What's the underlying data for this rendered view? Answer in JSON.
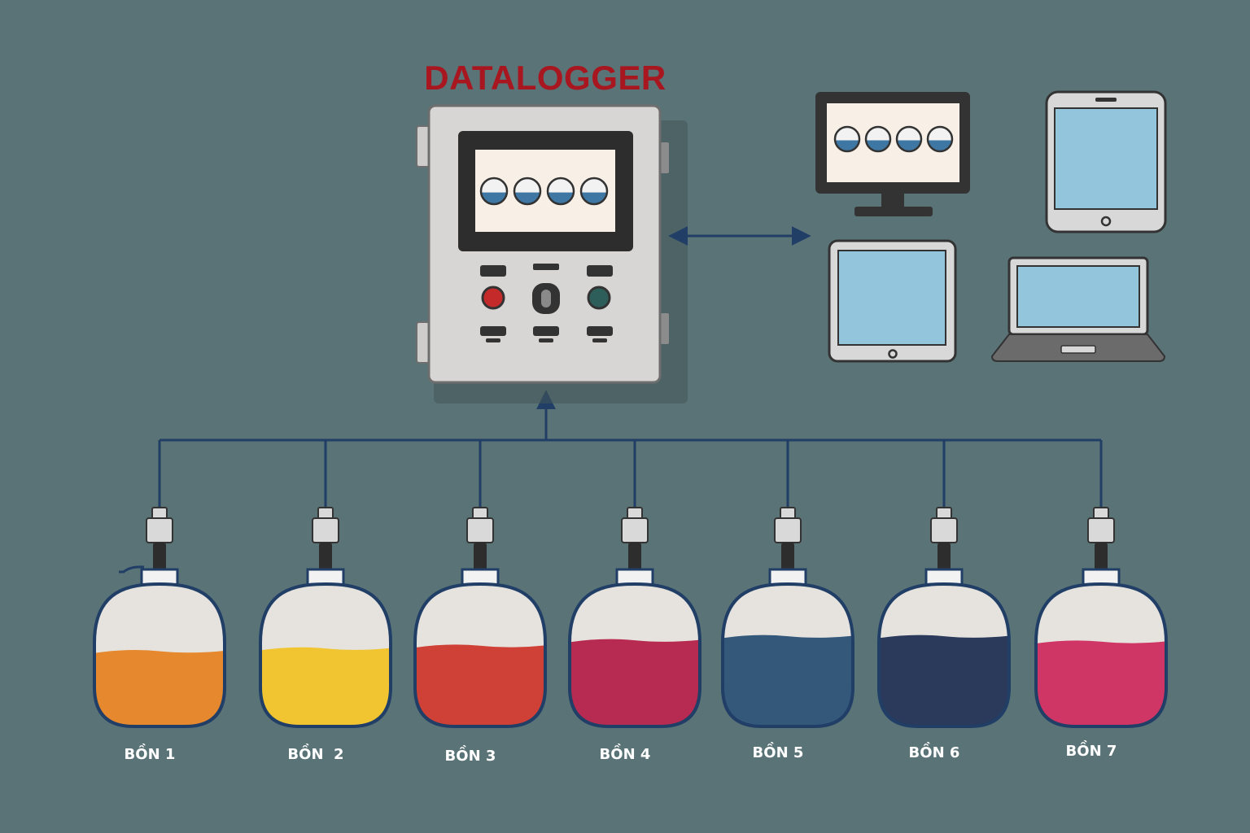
{
  "title": "DATALOGGER",
  "colors": {
    "background": "#5a7377",
    "title": "#a8161f",
    "line": "#213e66",
    "cabinet": "#d8d6d4",
    "cabinet_border": "#6e6e6e",
    "screen_frame": "#2d2d2d",
    "screen_bg": "#f8efe6",
    "gauge_fill": "#3f77a4",
    "device_screen": "#93c5dc",
    "device_frame": "#d8d8d8",
    "button_red": "#c42a2a",
    "button_green": "#2e5e59"
  },
  "cabinet_display": {
    "gauge_levels": [
      0.45,
      0.45,
      0.45,
      0.45
    ]
  },
  "monitor_display": {
    "gauge_levels": [
      0.45,
      0.45,
      0.45,
      0.45
    ]
  },
  "devices": [
    {
      "icon": "desktop-monitor-icon"
    },
    {
      "icon": "tablet-icon"
    },
    {
      "icon": "tablet-icon"
    },
    {
      "icon": "laptop-icon"
    }
  ],
  "tanks": [
    {
      "label": "BỒN 1",
      "fill_color": "#e6892e",
      "level": 0.53
    },
    {
      "label": "BỒN  2",
      "fill_color": "#f0c531",
      "level": 0.55
    },
    {
      "label": "BỒN 3",
      "fill_color": "#cf4036",
      "level": 0.57
    },
    {
      "label": "BỒN 4",
      "fill_color": "#b72a51",
      "level": 0.61
    },
    {
      "label": "BỒN 5",
      "fill_color": "#33587a",
      "level": 0.64
    },
    {
      "label": "BỒN 6",
      "fill_color": "#2b3a5a",
      "level": 0.64
    },
    {
      "label": "BỒN 7",
      "fill_color": "#cf3665",
      "level": 0.6
    }
  ]
}
